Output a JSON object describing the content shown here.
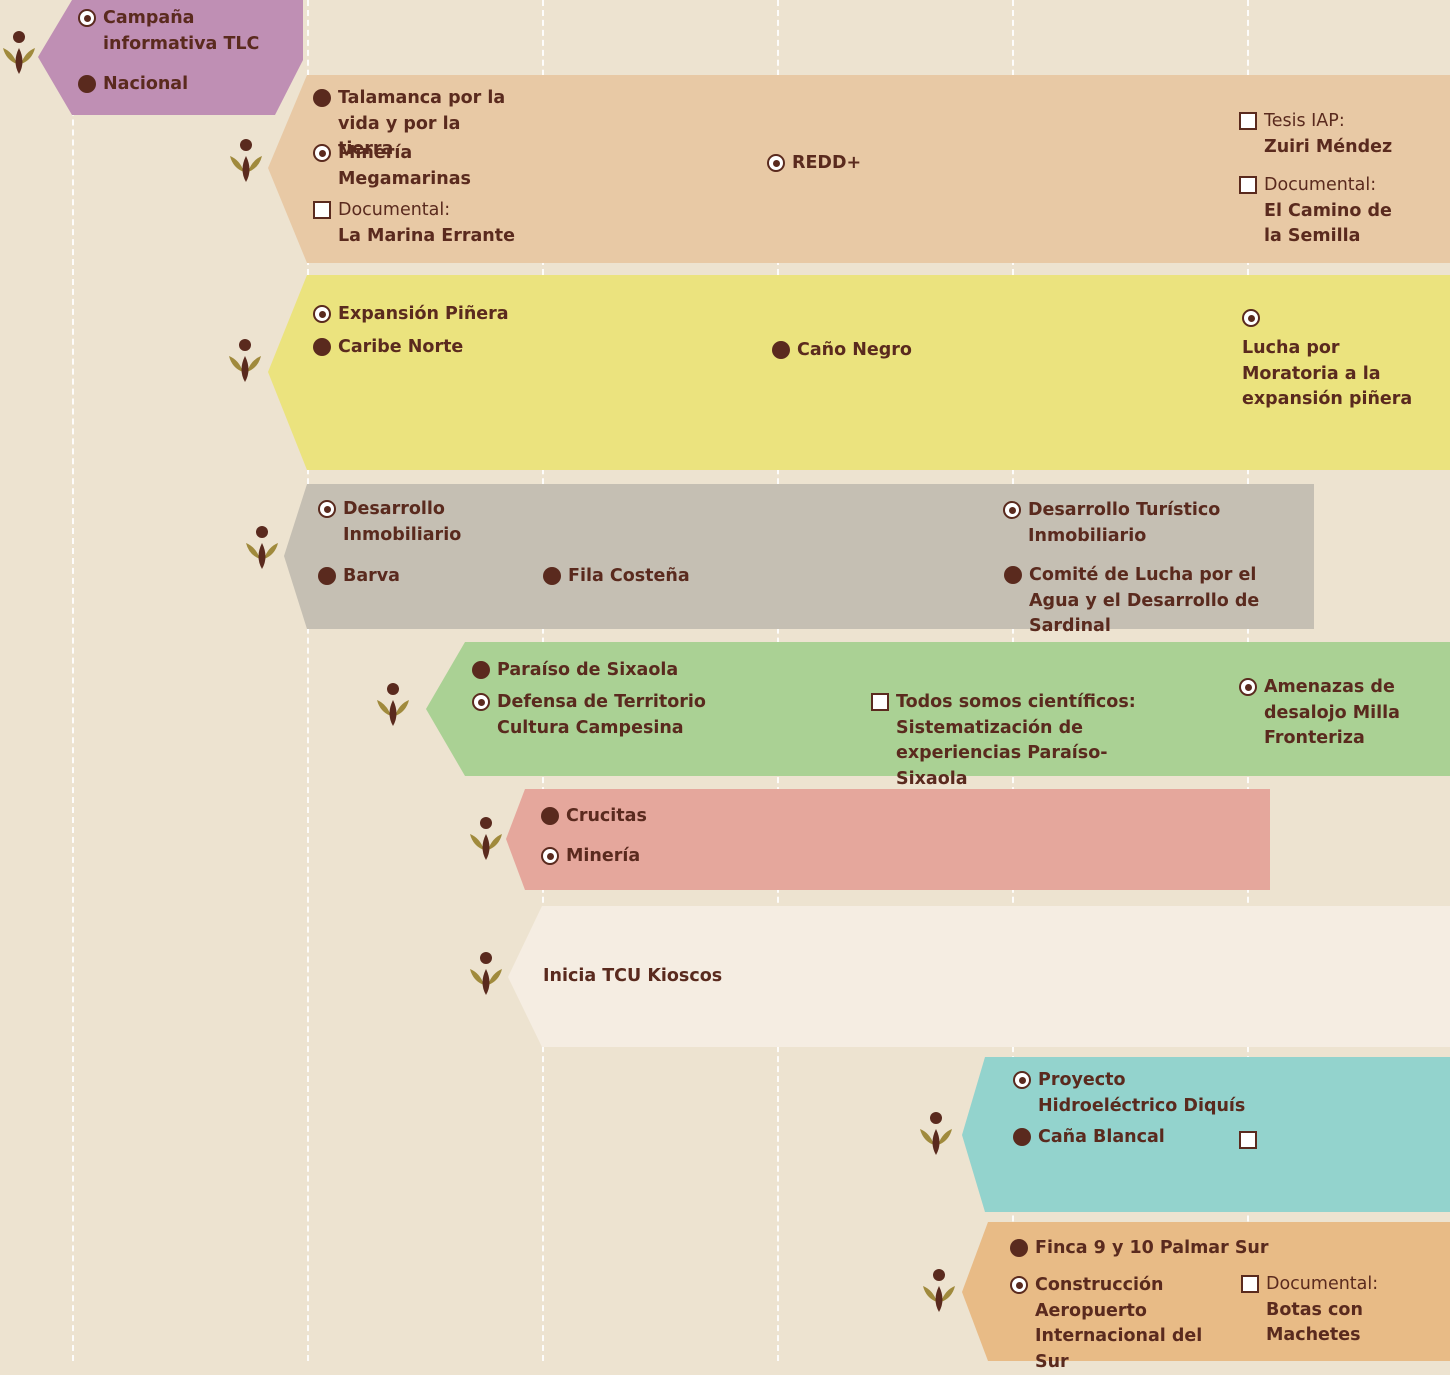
{
  "bands": {
    "campana": {
      "color": "#bf8fb4",
      "item_title": "Campaña informativa TLC",
      "item_place": "Nacional"
    },
    "talamanca": {
      "color": "#e8c9a5",
      "place": "Talamanca por la vida y por la tierra",
      "mineria": "Minería Megamarinas",
      "doc_label": "Documental:",
      "doc_title": "La Marina Errante",
      "redd": "REDD+",
      "tesis_label": "Tesis IAP:",
      "tesis_name": "Zuiri Méndez",
      "doc2_label": "Documental:",
      "doc2_title": "El Camino de la Semilla"
    },
    "pinera": {
      "color": "#ebe37e",
      "expansion": "Expansión Piñera",
      "caribe": "Caribe Norte",
      "cano": "Caño Negro",
      "lucha": "Lucha por Moratoria a la expansión piñera"
    },
    "inmobiliario": {
      "color": "#c5bfb3",
      "desarrollo": "Desarrollo Inmobiliario",
      "barva": "Barva",
      "fila": "Fila Costeña",
      "turistico": "Desarrollo Turístico Inmobiliario",
      "comite": "Comité de Lucha por el Agua y el Desarrollo de Sardinal"
    },
    "sixaola": {
      "color": "#aad194",
      "paraiso": "Paraíso de Sixaola",
      "defensa": "Defensa de Territorio Cultura Campesina",
      "todos": "Todos somos científicos: Sistematización de experiencias Paraíso-Sixaola",
      "amenazas": "Amenazas de desalojo Milla Fronteriza"
    },
    "crucitas": {
      "color": "#e5a79c",
      "crucitas": "Crucitas",
      "mineria": "Minería"
    },
    "kioscos": {
      "color": "#f5ede2",
      "inicia": "Inicia TCU Kioscos"
    },
    "diquis": {
      "color": "#93d3cd",
      "proyecto": "Proyecto Hidroeléctrico Diquís",
      "cana": "Caña Blancal"
    },
    "palmar": {
      "color": "#e8bb86",
      "finca": "Finca 9 y 10 Palmar Sur",
      "construccion": "Construcción Aeropuerto Internacional del Sur",
      "doc_label": "Documental:",
      "doc_title": "Botas con Machetes"
    }
  },
  "icons": [
    "dot-icon",
    "target-icon",
    "document-box-icon",
    "person-figure-icon"
  ]
}
